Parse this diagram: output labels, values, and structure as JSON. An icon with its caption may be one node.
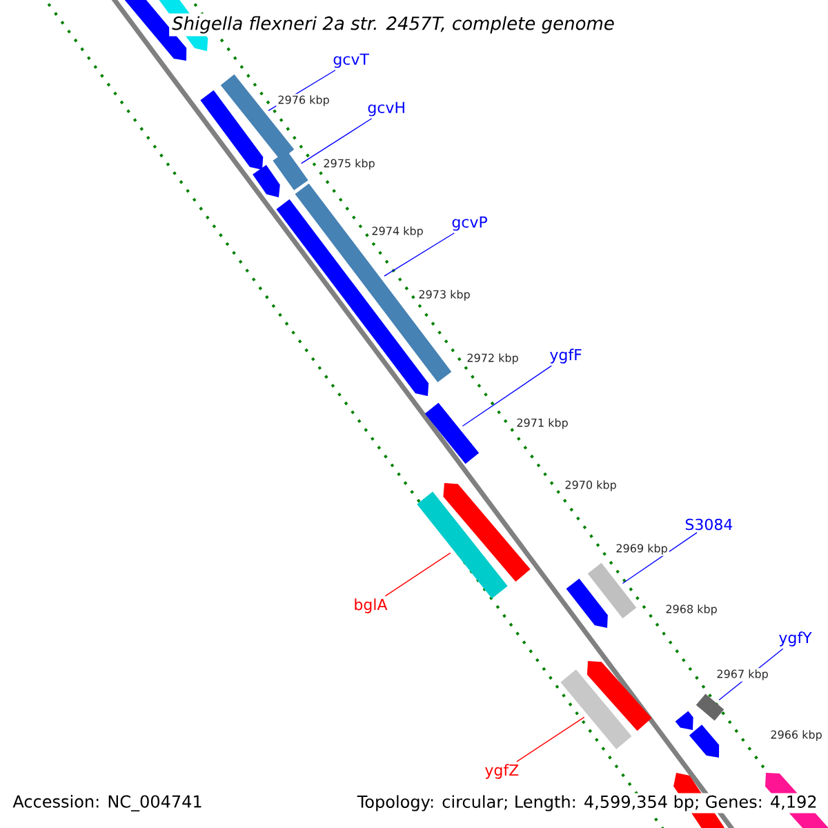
{
  "diagram": {
    "title": "Shigella flexneri 2a str. 2457T, complete genome",
    "nodes": [
      {
        "text": [
          "gcvT"
        ]
      },
      {
        "text": [
          "gcvH"
        ]
      },
      {
        "text": [
          "gcvP"
        ]
      },
      {
        "text": [
          "ygfF"
        ]
      },
      {
        "text": [
          "S3084"
        ]
      },
      {
        "text": [
          "ygfY"
        ]
      },
      {
        "text": [
          "bglA"
        ]
      },
      {
        "text": [
          "ygfZ"
        ]
      },
      {
        "text": [],
        "shape": "bar"
      },
      {
        "text": [],
        "shape": "bar"
      },
      {
        "text": [],
        "shape": "bar"
      },
      {
        "text": [],
        "shape": "bar"
      },
      {
        "text": [],
        "shape": "bar"
      },
      {
        "text": [],
        "shape": "bar"
      },
      {
        "text": [],
        "shape": "bar"
      },
      {
        "text": [],
        "shape": "bar"
      }
    ],
    "edges": [
      {
        "from": 0,
        "to": 8,
        "arrow": "none"
      },
      {
        "from": 1,
        "to": 9,
        "arrow": "none"
      },
      {
        "from": 2,
        "to": 10,
        "arrow": "none"
      },
      {
        "from": 3,
        "to": 11,
        "arrow": "none"
      },
      {
        "from": 4,
        "to": 12,
        "arrow": "none"
      },
      {
        "from": 5,
        "to": 13,
        "arrow": "none"
      },
      {
        "from": 6,
        "to": 14,
        "arrow": "none",
        "color": "#ff0000"
      },
      {
        "from": 7,
        "to": 15,
        "arrow": "none",
        "color": "#ff0000"
      }
    ],
    "labels": [
      "2976 kbp",
      "2975 kbp",
      "2974 kbp",
      "2973 kbp",
      "2972 kbp",
      "2971 kbp",
      "2970 kbp",
      "2969 kbp",
      "2968 kbp",
      "2967 kbp",
      "2966 kbp",
      "Accession: NC_004741",
      "Topology: circular; Length: 4,599,354 bp; Genes: 4,192"
    ]
  }
}
